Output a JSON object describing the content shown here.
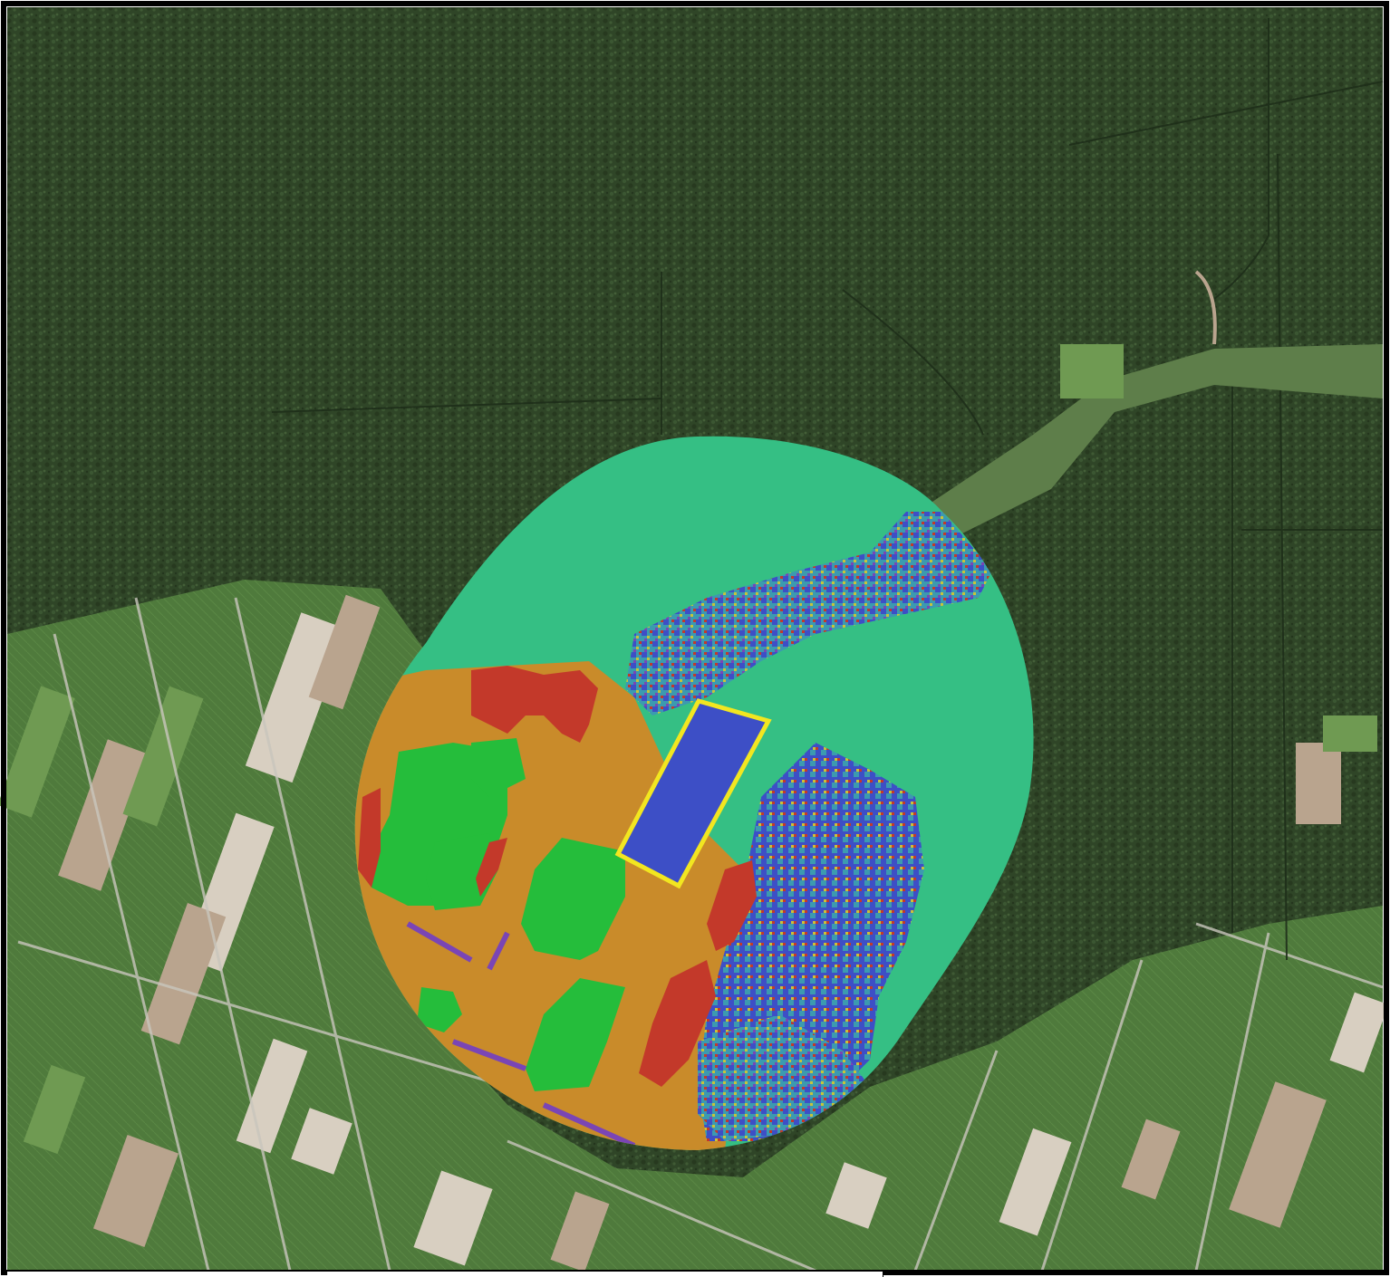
{
  "map": {
    "basemap": "satellite-imagery",
    "colors": {
      "forest_dark": "#2f4527",
      "forest_mid": "#3a5430",
      "field_green": "#4f7a3c",
      "field_light": "#6f9a52",
      "field_bare": "#b9a48e",
      "field_pale": "#d8cfc1",
      "road": "#c9c6bd",
      "frame": "#000000"
    }
  },
  "overlay": {
    "type": "classified-raster-zone",
    "classes": [
      {
        "id": "teal",
        "color": "#35bf84"
      },
      {
        "id": "orange",
        "color": "#c98b2a"
      },
      {
        "id": "green",
        "color": "#25bd3b"
      },
      {
        "id": "red",
        "color": "#c3392a"
      },
      {
        "id": "blue",
        "color": "#3d4fc6"
      },
      {
        "id": "steel-blue",
        "color": "#3c9ab0"
      },
      {
        "id": "yellow",
        "color": "#c9c33a"
      },
      {
        "id": "purple",
        "color": "#7a45b5"
      }
    ],
    "highlight": {
      "shape": "rectangle",
      "color": "#f2e620"
    }
  }
}
